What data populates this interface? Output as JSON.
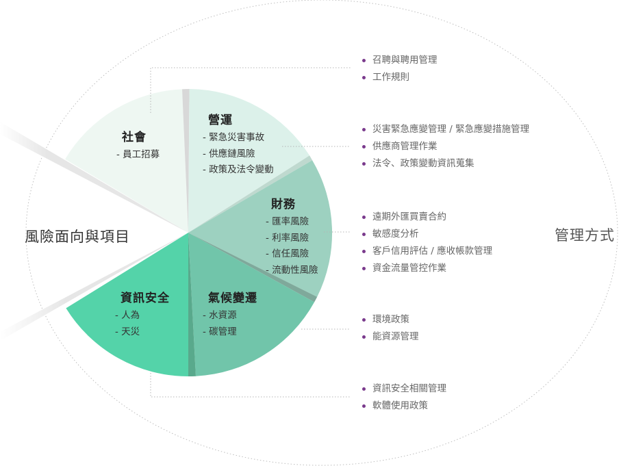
{
  "left_title": "風險面向與項目",
  "right_title": "管理方式",
  "segments": [
    {
      "title": "社會",
      "items": [
        "- 員工招募"
      ]
    },
    {
      "title": "營運",
      "items": [
        "- 緊急災害事故",
        "- 供應鏈風險",
        "- 政策及法令變動"
      ]
    },
    {
      "title": "財務",
      "items": [
        "- 匯率風險",
        "- 利率風險",
        "- 信任風險",
        "- 流動性風險"
      ]
    },
    {
      "title": "氣候變遷",
      "items": [
        "- 水資源",
        "- 碳管理"
      ]
    },
    {
      "title": "資訊安全",
      "items": [
        "- 人為",
        "- 天災"
      ]
    }
  ],
  "management_groups": [
    {
      "items": [
        "召聘與聘用管理",
        "工作規則"
      ]
    },
    {
      "items": [
        "災害緊急應變管理 / 緊急應變措施管理",
        "供應商管理作業",
        "法令、政策變動資訊蒐集"
      ]
    },
    {
      "items": [
        "遠期外匯買賣合約",
        "敏感度分析",
        "客戶信用評估 / 應收帳款管理",
        "資金流量管控作業"
      ]
    },
    {
      "items": [
        "環境政策",
        "能資源管理"
      ]
    },
    {
      "items": [
        "資訊安全相關管理",
        "軟體使用政策"
      ]
    }
  ],
  "colors": {
    "social": "#eef7f2",
    "operations": "#dcf1ea",
    "finance": "#9dd1c0",
    "climate": "#71c5aa",
    "infosec": "#54d3a9",
    "bullet": "#7a3a8c"
  }
}
